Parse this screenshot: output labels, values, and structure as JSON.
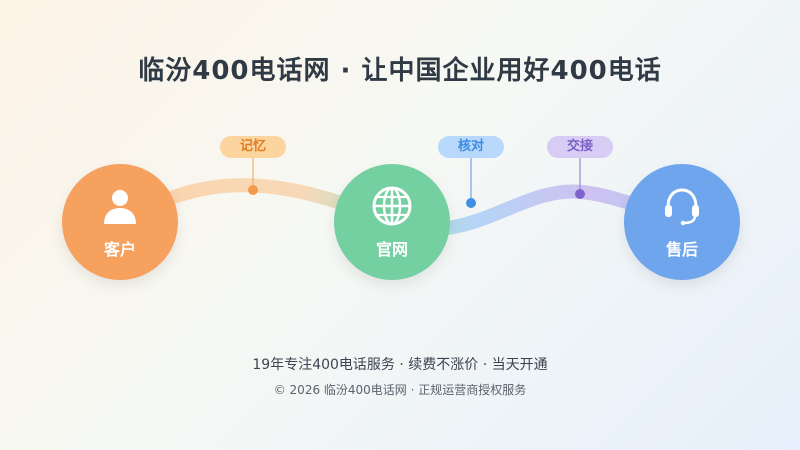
{
  "title": "临汾400电话网 · 让中国企业用好400电话",
  "nodes": {
    "customer": {
      "label": "客户",
      "icon": "user-icon",
      "color": "#f7a15f"
    },
    "website": {
      "label": "官网",
      "icon": "globe-icon",
      "color": "#74cfa1"
    },
    "aftersales": {
      "label": "售后",
      "icon": "headset-icon",
      "color": "#6ea5ec"
    }
  },
  "tags": {
    "memory": "记忆",
    "verify": "核对",
    "connect": "交接"
  },
  "colors": {
    "memory": "#f7a15f",
    "verify": "#4f9ae6",
    "connect": "#8f75d6"
  },
  "footer": {
    "line1": "19年专注400电话服务 · 续费不涨价 · 当天开通",
    "line2": "© 2026 临汾400电话网 · 正规运营商授权服务"
  }
}
